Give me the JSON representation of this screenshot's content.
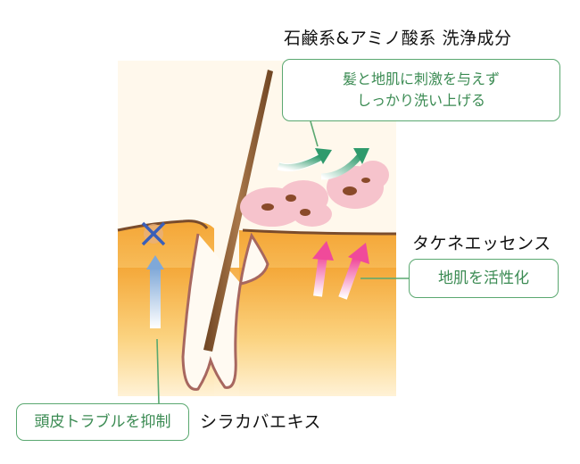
{
  "labels": {
    "top": "石鹸系&アミノ酸系 洗浄成分",
    "right": "タケネエッセンス",
    "bottom": "シラカバエキス"
  },
  "callouts": {
    "hair": [
      "髪と地肌に刺激を与えず",
      "しっかり洗い上げる"
    ],
    "skin": "地肌を活性化",
    "scalp": "頭皮トラブルを抑制"
  },
  "colors": {
    "callout_border": "#5aa870",
    "callout_text": "#3b8b53",
    "skin_top": "#f7b24a",
    "skin_bottom": "#ffe6b8",
    "dirt": "#f6c3cc",
    "hair": "#8a5a33"
  }
}
